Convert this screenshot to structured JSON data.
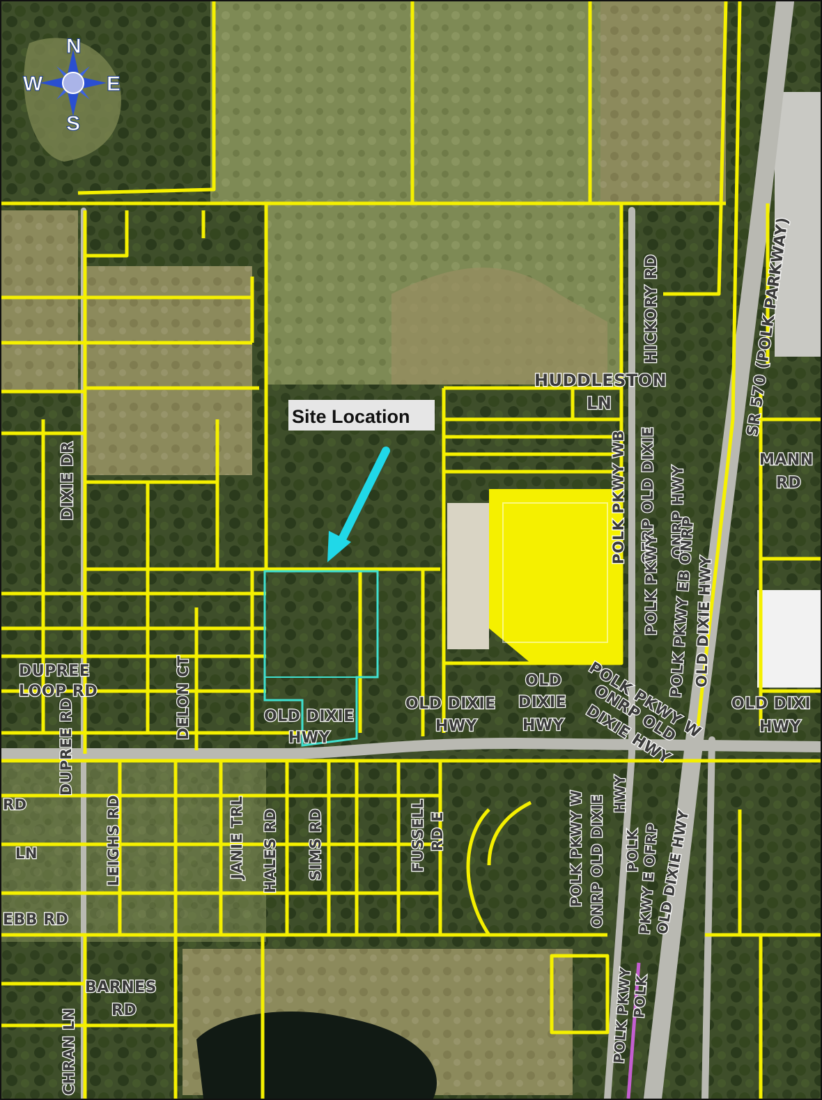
{
  "colors": {
    "parcel_lines": "#f5f000",
    "site_outline": "#3fe0d0",
    "arrow": "#20d8e8",
    "compass": "#2a4fd0",
    "label_text": "#3a3a3a"
  },
  "compass": {
    "north": "N",
    "south": "S",
    "east": "E",
    "west": "W"
  },
  "site_label": "Site Location",
  "road_labels": {
    "huddleston": "HUDDLESTON",
    "huddleston_ln": "LN",
    "hickory_rd": "HICKORY RD",
    "polk_pkwy_w_oldixie": "POLK PKWY WB",
    "ofrp_old_dixie": "OFRP OLD DIXIE",
    "onrp_hwy": "ONRP HWY",
    "polk_pkwy_w_vertical": "POLK PKWY",
    "sr570": "SR 570 (POLK PARKWAY)",
    "polk_pkwy_eb": "POLK PKWY EB ONRP",
    "old_dixie_hwy_v": "OLD DIXIE HWY",
    "mann": "MANN",
    "mann_rd": "RD",
    "dixie_dr": "DIXIE DR",
    "dupree": "DUPREE",
    "loop_rd": "LOOP RD",
    "delon_ct": "DELON CT",
    "dupree_rd": "DUPREE RD",
    "old_dixie_1": "OLD DIXIE",
    "hwy_1": "HWY",
    "old_dixie_2": "OLD DIXIE",
    "hwy_2": "HWY",
    "old_3": "OLD",
    "dixie_3": "DIXIE",
    "hwy_3": "HWY",
    "polk_pkwy_w_diag": "POLK PKWY W",
    "onrp_old": "ONRP OLD",
    "dixie_hwy_diag": "DIXIE HWY",
    "old_dixie_right": "OLD DIXI",
    "hwy_right": "HWY",
    "rd_left": "RD",
    "ln_left": "LN",
    "leighs_rd": "LEIGHS RD",
    "janie_trl": "JANIE TRL",
    "hales_rd": "HALES RD",
    "sims_rd": "SIMS RD",
    "fussell": "FUSSELL",
    "rd_e": "RD E",
    "polk_pkwy_w_onrp": "POLK PKWY W",
    "onrp_old_dixie": "ONRP OLD DIXIE",
    "hwy_lower": "HWY",
    "polk_lower": "POLK",
    "pkwy_e_ofrp": "PKWY E OFRP",
    "old_dixie_hwy_lower": "OLD DIXIE HWY",
    "ebb_rd": "EBB RD",
    "barnes": "BARNES",
    "barnes_rd": "RD",
    "chran_ln": "CHRAN LN",
    "polk_pkwy_bottom": "POLK PKWY",
    "polk_pkwy_bottom2": "POLK"
  }
}
